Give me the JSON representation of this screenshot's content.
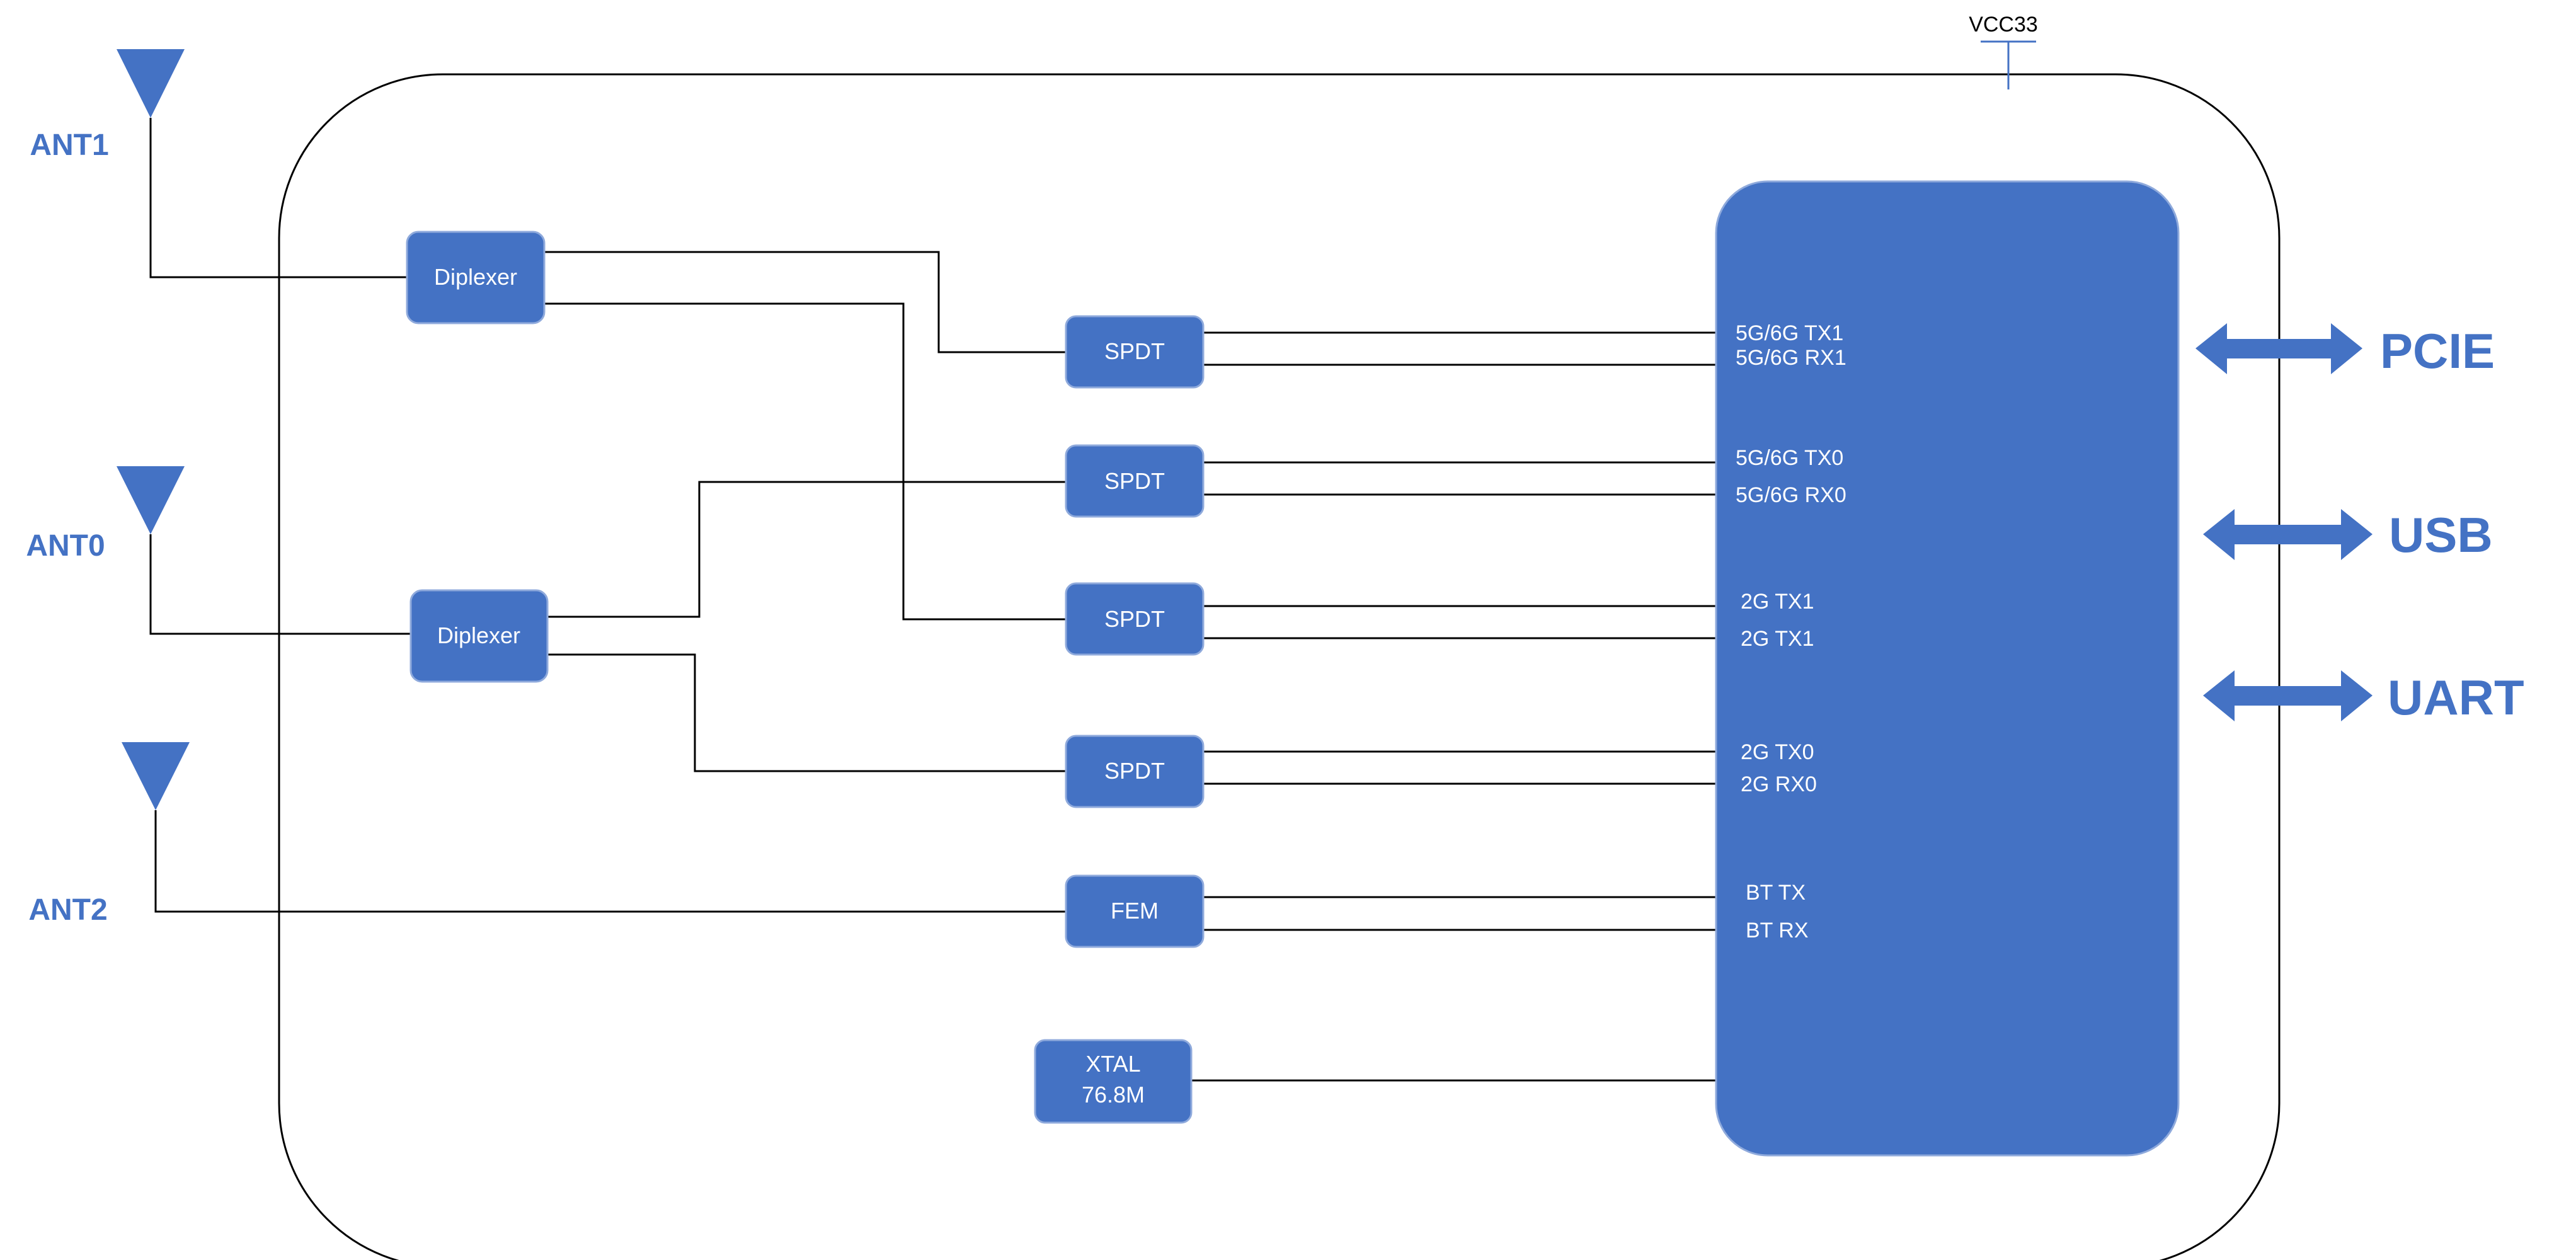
{
  "power": {
    "label": "VCC33"
  },
  "antennas": [
    {
      "id": "ant1",
      "label": "ANT1"
    },
    {
      "id": "ant0",
      "label": "ANT0"
    },
    {
      "id": "ant2",
      "label": "ANT2"
    }
  ],
  "blocks": {
    "diplexer_top": "Diplexer",
    "diplexer_bottom": "Diplexer",
    "spdt_1": "SPDT",
    "spdt_2": "SPDT",
    "spdt_3": "SPDT",
    "spdt_4": "SPDT",
    "fem": "FEM",
    "xtal_line1": "XTAL",
    "xtal_line2": "76.8M"
  },
  "chip_pins": [
    "5G/6G TX1",
    "5G/6G RX1",
    "5G/6G TX0",
    "5G/6G RX0",
    "2G TX1",
    "2G TX1",
    "2G TX0",
    "2G RX0",
    "BT TX",
    "BT RX"
  ],
  "interfaces": [
    "PCIE",
    "USB",
    "UART"
  ],
  "colors": {
    "block_fill": "#4472C4",
    "block_stroke": "#8FAADC",
    "wire": "#000000"
  }
}
